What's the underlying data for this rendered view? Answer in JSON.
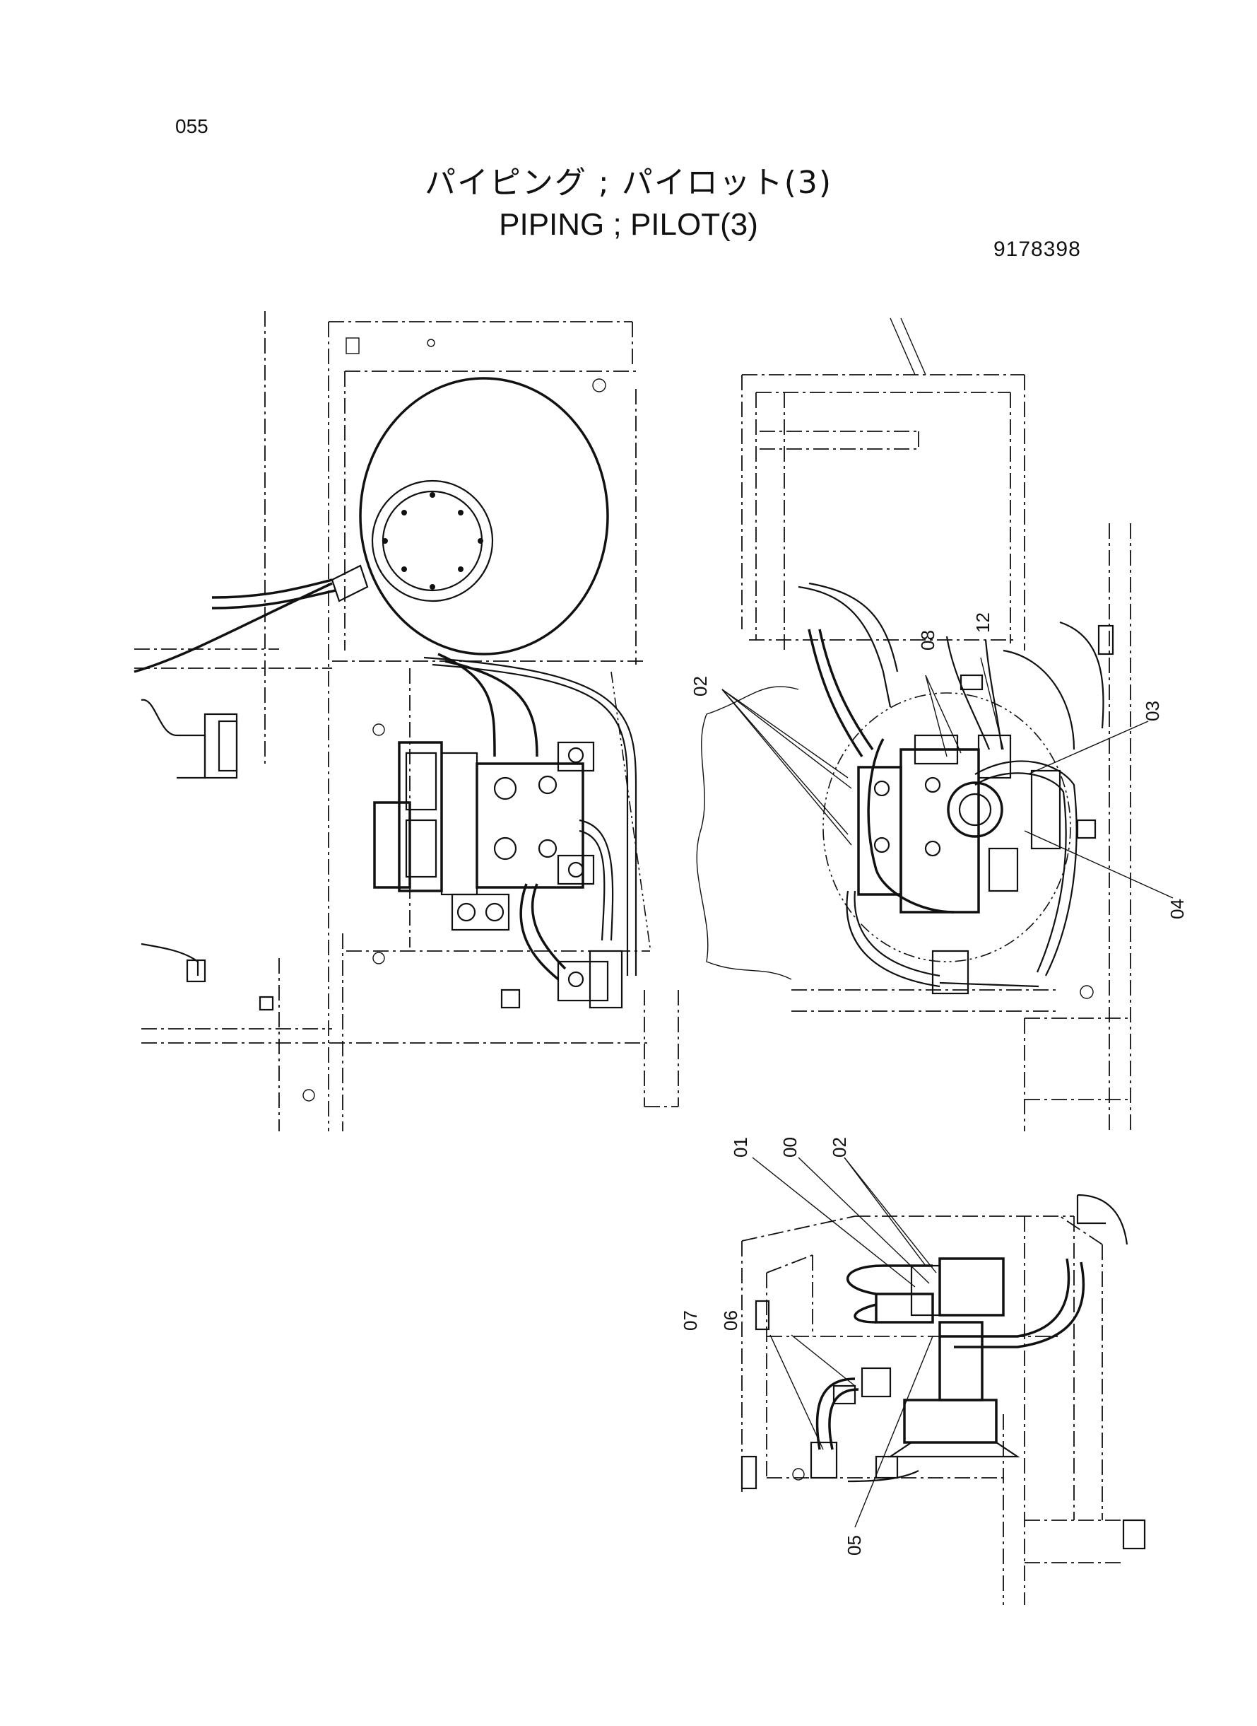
{
  "header": {
    "page_number": "055",
    "title_jp": "パイピング ; パイロット(3)",
    "title_en": "PIPING ; PILOT(3)",
    "drawing_number": "9178398"
  },
  "callouts": {
    "c02_right": "02",
    "c08": "08",
    "c12": "12",
    "c03": "03",
    "c04": "04",
    "c01": "01",
    "c00": "00",
    "c02_bottom": "02",
    "c07": "07",
    "c06": "06",
    "c05": "05"
  }
}
